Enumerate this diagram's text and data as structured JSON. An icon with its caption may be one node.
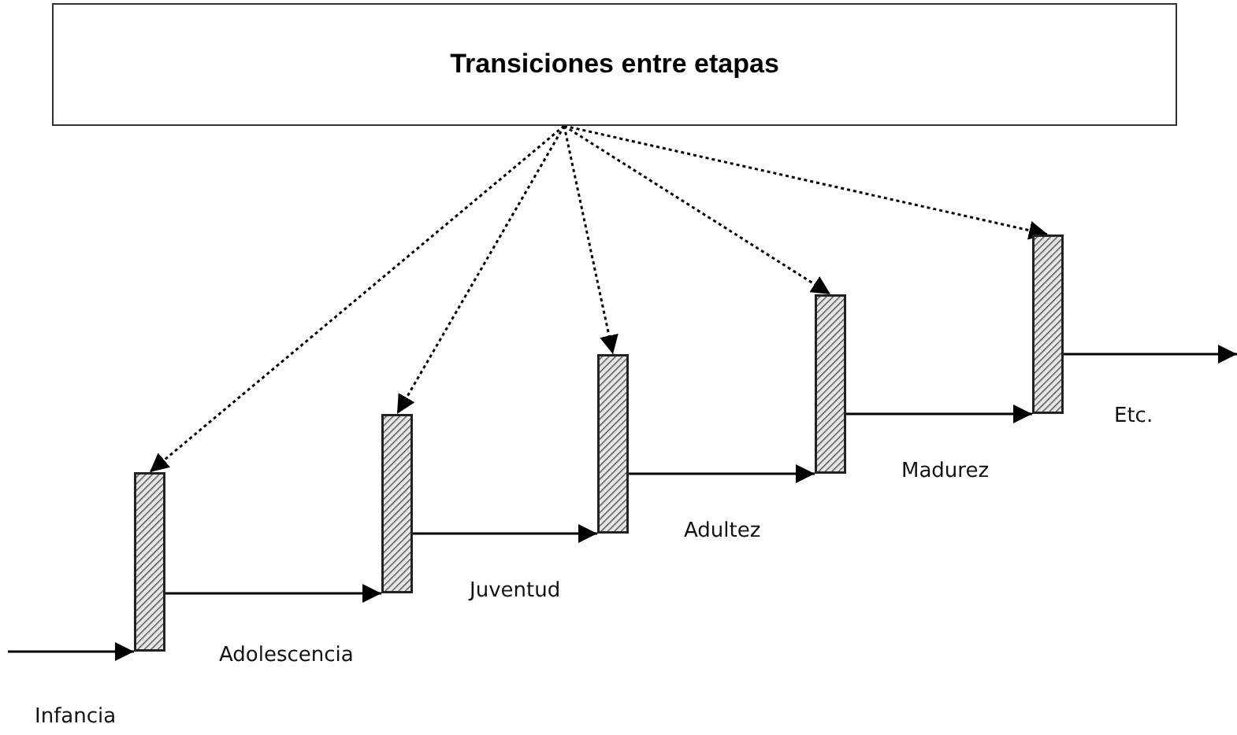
{
  "diagram": {
    "nodes": [
      {
        "text": [
          "Transiciones entre etapas"
        ]
      },
      {
        "text": [],
        "shape": "bar"
      },
      {
        "text": [],
        "shape": "bar"
      },
      {
        "text": [],
        "shape": "bar"
      },
      {
        "text": [],
        "shape": "bar"
      },
      {
        "text": [],
        "shape": "bar"
      }
    ],
    "edges": [
      {
        "from": null,
        "to": 1,
        "arrow": "to"
      },
      {
        "from": 1,
        "to": 2,
        "arrow": "to"
      },
      {
        "from": 2,
        "to": 3,
        "arrow": "to"
      },
      {
        "from": 3,
        "to": 4,
        "arrow": "to"
      },
      {
        "from": 4,
        "to": 5,
        "arrow": "to"
      },
      {
        "from": 5,
        "to": null,
        "arrow": "to"
      },
      {
        "from": 0,
        "to": 1,
        "arrow": "to",
        "style": "dashed"
      },
      {
        "from": 0,
        "to": 2,
        "arrow": "to",
        "style": "dashed"
      },
      {
        "from": 0,
        "to": 3,
        "arrow": "to",
        "style": "dashed"
      },
      {
        "from": 0,
        "to": 4,
        "arrow": "to",
        "style": "dashed"
      },
      {
        "from": 0,
        "to": 5,
        "arrow": "to",
        "style": "dashed"
      }
    ],
    "labels": [
      "Infancia",
      "Adolescencia",
      "Juventud",
      "Adultez",
      "Madurez",
      "Etc."
    ]
  }
}
